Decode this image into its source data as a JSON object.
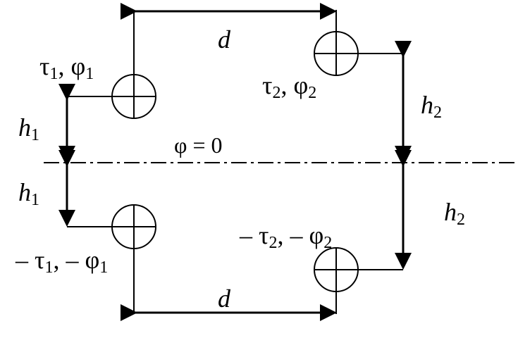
{
  "labels": {
    "d_top": "d",
    "d_bottom": "d",
    "tau1_phi1": {
      "main": "τ",
      "s1": "1",
      "mid": ", φ",
      "s2": "1"
    },
    "tau2_phi2": {
      "main": "τ",
      "s1": "2",
      "mid": ", φ",
      "s2": "2"
    },
    "neg_tau1_phi1": {
      "main": "– τ",
      "s1": "1",
      "mid": ", – φ",
      "s2": "1"
    },
    "neg_tau2_phi2": {
      "main": "– τ",
      "s1": "2",
      "mid": ", – φ",
      "s2": "2"
    },
    "h1_top": {
      "h": "h",
      "sub": "1"
    },
    "h1_bottom": {
      "h": "h",
      "sub": "1"
    },
    "h2_top": {
      "h": "h",
      "sub": "2"
    },
    "h2_bottom": {
      "h": "h",
      "sub": "2"
    },
    "phi_zero": "φ = 0"
  },
  "colors": {
    "stroke": "#000000",
    "background": "#ffffff"
  }
}
